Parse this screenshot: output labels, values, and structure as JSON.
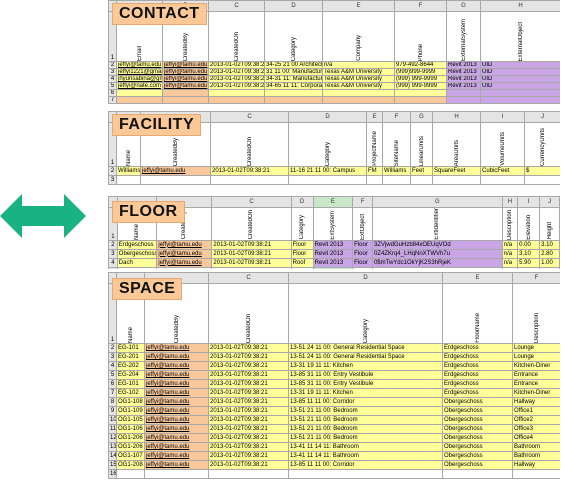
{
  "colors": {
    "arrow": "#19b383",
    "header_fill": "#fbc998",
    "yellow": "#ffff99",
    "orange": "#f8c89a",
    "purple": "#c9a5e6",
    "green": "#c8f0c8"
  },
  "contact": {
    "title": "CONTACT",
    "cols": [
      "",
      "B",
      "C",
      "D",
      "E",
      "F",
      "G",
      "H"
    ],
    "headers": [
      "Email",
      "CreatedBy",
      "CreatedOn",
      "Category",
      "Company",
      "Phone",
      "ExternalSystem",
      "ExternalObject"
    ],
    "rows": [
      {
        "n": "2",
        "cells": [
          "jeffyi@tamu.edu",
          "jeffyi@tamu.edu",
          "2013-01-02T09:38:21",
          "34-25 21 00 Architect",
          "n/a",
          "979-492-8644",
          "Revit 2013",
          "UID"
        ]
      },
      {
        "n": "3",
        "cells": [
          "jeffyi1221@gmail.com",
          "jeffyi@tamu.edu",
          "2013-01-02T09:38:21",
          "31 11 00: Manufacturers",
          "Texas A&M University",
          "(999)999-9999",
          "Revit 2013",
          "UID"
        ]
      },
      {
        "n": "4",
        "cells": [
          "jhyunsabina@gmail.com",
          "jeffyi@tamu.edu",
          "2013-01-02T09:38:21",
          "34-31 11: Manufacturer",
          "Texas A&M University",
          "(999) 999-9999",
          "Revit 2013",
          "UID"
        ]
      },
      {
        "n": "5",
        "cells": [
          "jeffyi@nate.com",
          "jeffyi@tamu.edu",
          "2013-01-02T09:38:21",
          "34-65 11 11: Corporation",
          "Texas A&M University",
          "(999) 999-9999",
          "Revit 2013",
          "UID"
        ]
      },
      {
        "n": "6",
        "cells": [
          "",
          "",
          "",
          "",
          "",
          "",
          "",
          ""
        ]
      },
      {
        "n": "7",
        "cells": [
          "",
          "",
          "",
          "",
          "",
          "",
          "",
          ""
        ]
      }
    ]
  },
  "facility": {
    "title": "FACILITY",
    "cols": [
      "",
      "",
      "C",
      "D",
      "E",
      "F",
      "G",
      "H",
      "I",
      "J"
    ],
    "headers": [
      "Name",
      "CreatedBy",
      "CreatedOn",
      "Category",
      "ProjectName",
      "SiteName",
      "LinearUnits",
      "AreaUnits",
      "VolumeUnits",
      "CurrencyUnits"
    ],
    "rows": [
      {
        "n": "2",
        "cells": [
          "Williams",
          "jeffyi@tamu.edu",
          "2013-01-02T09:38:21",
          "11-16 21 11 00: Campus",
          "FM",
          "Williams",
          "Feet",
          "SquareFeet",
          "CubicFeet",
          "$"
        ]
      },
      {
        "n": "3",
        "cells": [
          "",
          "",
          "",
          "",
          "",
          "",
          "",
          "",
          "",
          ""
        ]
      }
    ]
  },
  "floor": {
    "title": "FLOOR",
    "cols": [
      "",
      "",
      "C",
      "D",
      "E",
      "F",
      "G",
      "H",
      "I",
      "J"
    ],
    "headers": [
      "Name",
      "CreatedBy",
      "CreatedOn",
      "Category",
      "ExtSystem",
      "ExtObject",
      "ExtIdentifier",
      "Description",
      "Elevation",
      "Height"
    ],
    "rows": [
      {
        "n": "2",
        "cells": [
          "Erdgeschoss",
          "jeffyi@tamu.edu",
          "2013-01-02T09:38:21",
          "Floor",
          "Revit 2013",
          "Floor",
          "3ZVjwdGuHzb84xOEUqVOd",
          "n/a",
          "0.00",
          "3.10"
        ]
      },
      {
        "n": "3",
        "cells": [
          "Obergeschoss",
          "jeffyi@tamu.edu",
          "2013-01-02T09:38:21",
          "Floor",
          "Revit 2013",
          "Floor",
          "0Z4ZKrq4_LHqNnXTWVh7u",
          "n/a",
          "3.10",
          "2.80"
        ]
      },
      {
        "n": "4",
        "cells": [
          "Dach",
          "jeffyi@tamu.edu",
          "2013-01-02T09:38:21",
          "Roof",
          "Revit 2013",
          "Floor",
          "0$mTwYdc1OkYjK2S3hRjeK",
          "n/a",
          "5.90",
          "1.00"
        ]
      },
      {
        "n": "5",
        "cells": [
          "",
          "",
          "",
          "",
          "",
          "",
          "",
          "",
          "",
          ""
        ]
      }
    ]
  },
  "space": {
    "title": "SPACE",
    "cols": [
      "",
      "",
      "C",
      "D",
      "E",
      "F"
    ],
    "headers": [
      "Name",
      "CreatedBy",
      "CreatedOn",
      "Category",
      "FloorName",
      "Description"
    ],
    "rows": [
      {
        "n": "2",
        "cells": [
          "EG-101",
          "jeffyi@tamu.edu",
          "2013-01-02T09:38:21",
          "13-51 24 11 00: General Residential Space",
          "Erdgeschoss",
          "Lounge"
        ]
      },
      {
        "n": "3",
        "cells": [
          "EG-201",
          "jeffyi@tamu.edu",
          "2013-01-02T09:38:21",
          "13-51 24 11 00: General Residential Space",
          "Erdgeschoss",
          "Lounge"
        ]
      },
      {
        "n": "4",
        "cells": [
          "EG-202",
          "jeffyi@tamu.edu",
          "2013-01-02T09:38:21",
          "13-31 19 11 11: Kitchen",
          "Erdgeschoss",
          "Kitchen-Diner"
        ]
      },
      {
        "n": "5",
        "cells": [
          "EG-204",
          "jeffyi@tamu.edu",
          "2013-01-02T09:38:21",
          "13-85 31 11 00: Entry Vestibule",
          "Erdgeschoss",
          "Entrance"
        ]
      },
      {
        "n": "6",
        "cells": [
          "EG-101",
          "jeffyi@tamu.edu",
          "2013-01-02T09:38:21",
          "13-85 31 11 00: Entry Vestibule",
          "Erdgeschoss",
          "Entrance"
        ]
      },
      {
        "n": "7",
        "cells": [
          "EG-102",
          "jeffyi@tamu.edu",
          "2013-01-02T09:38:21",
          "13-31 19 11 11: Kitchen",
          "Erdgeschoss",
          "Kitchen-Diner"
        ]
      },
      {
        "n": "8",
        "cells": [
          "OG1-108",
          "jeffyi@tamu.edu",
          "2013-01-02T09:38:21",
          "13-85 11 11 00: Corridor",
          "Obergeschoss",
          "Hallway"
        ]
      },
      {
        "n": "9",
        "cells": [
          "OG1-109",
          "jeffyi@tamu.edu",
          "2013-01-02T09:38:21",
          "13-51 21 11 00: Bedroom",
          "Obergeschoss",
          "Office1"
        ]
      },
      {
        "n": "10",
        "cells": [
          "OG1-105",
          "jeffyi@tamu.edu",
          "2013-01-02T09:38:21",
          "13-51 21 11 00: Bedroom",
          "Obergeschoss",
          "Office2"
        ]
      },
      {
        "n": "11",
        "cells": [
          "OG1-106",
          "jeffyi@tamu.edu",
          "2013-01-02T09:38:21",
          "13-51 21 11 00: Bedroom",
          "Obergeschoss",
          "Office3"
        ]
      },
      {
        "n": "12",
        "cells": [
          "OG1-206",
          "jeffyi@tamu.edu",
          "2013-01-02T09:38:21",
          "13-51 21 11 00: Bedroom",
          "Obergeschoss",
          "Office4"
        ]
      },
      {
        "n": "13",
        "cells": [
          "OG1-206",
          "jeffyi@tamu.edu",
          "2013-01-02T09:38:21",
          "13-41 11 14 11: Bathroom",
          "Obergeschoss",
          "Bathroom"
        ]
      },
      {
        "n": "14",
        "cells": [
          "OG1-107",
          "jeffyi@tamu.edu",
          "2013-01-02T09:38:21",
          "13-41 11 14 11: Bathroom",
          "Obergeschoss",
          "Bathroom"
        ]
      },
      {
        "n": "15",
        "cells": [
          "OG1-208",
          "jeffyi@tamu.edu",
          "2013-01-02T09:38:21",
          "13-85 11 11 00: Corridor",
          "Obergeschoss",
          "Hallway"
        ]
      },
      {
        "n": "16",
        "cells": [
          "",
          "",
          "",
          "",
          "",
          "",
          ""
        ]
      }
    ]
  }
}
